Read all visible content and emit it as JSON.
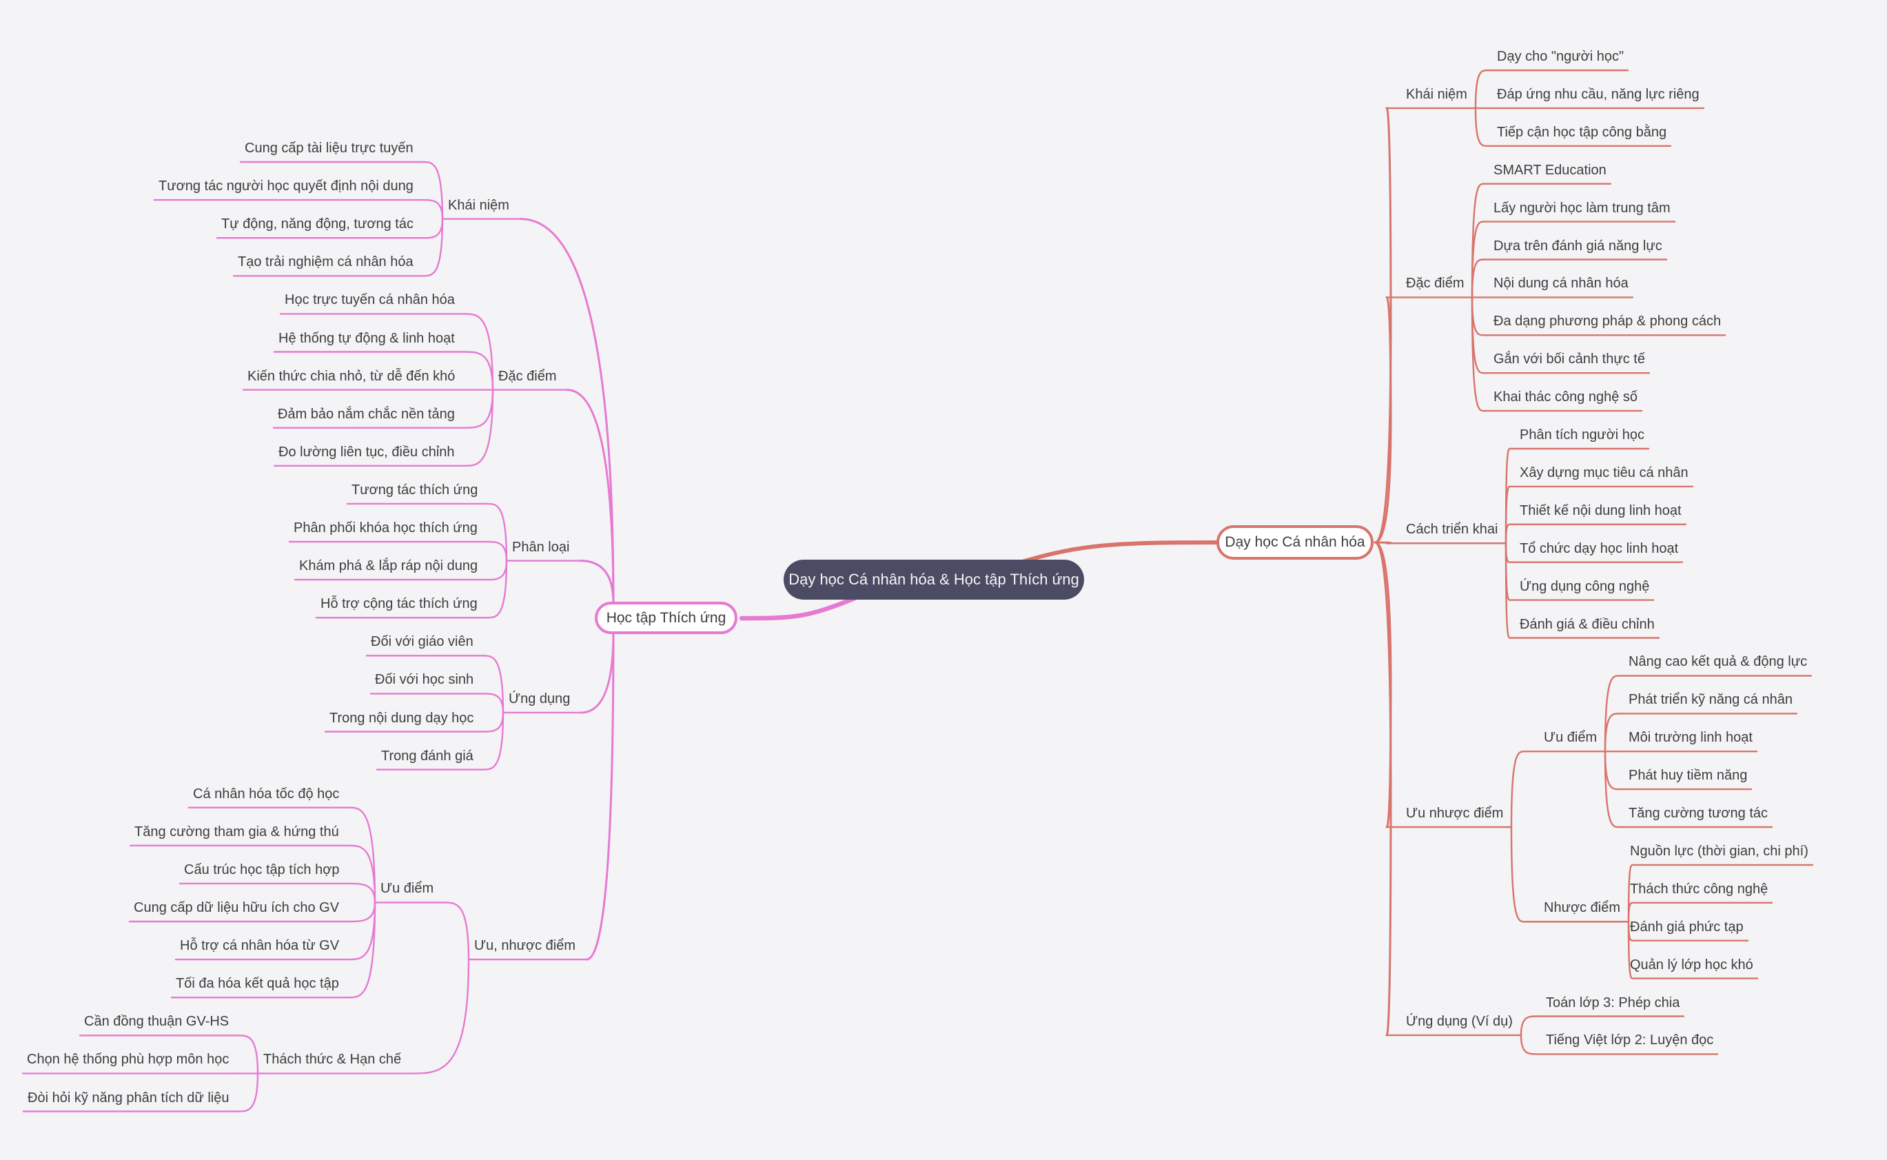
{
  "colors": {
    "background": "#f4f4f6",
    "left_accent": "#e779d2",
    "right_accent": "#d8746c",
    "root_bg": "#4b4b64",
    "root_text": "#f5f5f8",
    "node_text": "#3d3d3d"
  },
  "root": {
    "label": "Dạy học Cá nhân hóa & Học tập Thích ứng"
  },
  "left_tree": {
    "label": "Học tập Thích ứng",
    "branches": [
      {
        "label": "Khái niệm",
        "children": [
          {
            "label": "Cung cấp tài liệu trực tuyến"
          },
          {
            "label": "Tương tác người học quyết định nội dung"
          },
          {
            "label": "Tự động, năng động, tương tác"
          },
          {
            "label": "Tạo trải nghiệm cá nhân hóa"
          }
        ]
      },
      {
        "label": "Đặc điểm",
        "children": [
          {
            "label": "Học trực tuyến cá nhân hóa"
          },
          {
            "label": "Hệ thống tự động & linh hoạt"
          },
          {
            "label": "Kiến thức chia nhỏ, từ dễ đến khó"
          },
          {
            "label": "Đảm bảo nắm chắc nền tảng"
          },
          {
            "label": "Đo lường liên tục, điều chỉnh"
          }
        ]
      },
      {
        "label": "Phân loại",
        "children": [
          {
            "label": "Tương tác thích ứng"
          },
          {
            "label": "Phân phối khóa học thích ứng"
          },
          {
            "label": "Khám phá & lắp ráp nội dung"
          },
          {
            "label": "Hỗ trợ cộng tác thích ứng"
          }
        ]
      },
      {
        "label": "Ứng dụng",
        "children": [
          {
            "label": "Đối với giáo viên"
          },
          {
            "label": "Đối với học sinh"
          },
          {
            "label": "Trong nội dung dạy học"
          },
          {
            "label": "Trong đánh giá"
          }
        ]
      },
      {
        "label": "Ưu, nhược điểm",
        "children": [
          {
            "label": "Ưu điểm",
            "children": [
              {
                "label": "Cá nhân hóa tốc độ học"
              },
              {
                "label": "Tăng cường tham gia & hứng thú"
              },
              {
                "label": "Cấu trúc học tập tích hợp"
              },
              {
                "label": "Cung cấp dữ liệu hữu ích cho GV"
              },
              {
                "label": "Hỗ trợ cá nhân hóa từ GV"
              },
              {
                "label": "Tối đa hóa kết quả học tập"
              }
            ]
          },
          {
            "label": "Thách thức & Hạn chế",
            "children": [
              {
                "label": "Cần đồng thuận GV-HS"
              },
              {
                "label": "Chọn hệ thống phù hợp môn học"
              },
              {
                "label": "Đòi hỏi kỹ năng phân tích dữ liệu"
              }
            ]
          }
        ]
      }
    ]
  },
  "right_tree": {
    "label": "Dạy học Cá nhân hóa",
    "branches": [
      {
        "label": "Khái niệm",
        "children": [
          {
            "label": "Dạy cho \"người học\""
          },
          {
            "label": "Đáp ứng nhu cầu, năng lực riêng"
          },
          {
            "label": "Tiếp cận học tập công bằng"
          }
        ]
      },
      {
        "label": "Đặc điểm",
        "children": [
          {
            "label": "SMART Education"
          },
          {
            "label": "Lấy người học làm trung tâm"
          },
          {
            "label": "Dựa trên đánh giá năng lực"
          },
          {
            "label": "Nội dung cá nhân hóa"
          },
          {
            "label": "Đa dạng phương pháp & phong cách"
          },
          {
            "label": "Gắn với bối cảnh thực tế"
          },
          {
            "label": "Khai thác công nghệ số"
          }
        ]
      },
      {
        "label": "Cách triển khai",
        "children": [
          {
            "label": "Phân tích người học"
          },
          {
            "label": "Xây dựng mục tiêu cá nhân"
          },
          {
            "label": "Thiết kế nội dung linh hoạt"
          },
          {
            "label": "Tổ chức dạy học linh hoạt"
          },
          {
            "label": "Ứng dụng công nghệ"
          },
          {
            "label": "Đánh giá & điều chỉnh"
          }
        ]
      },
      {
        "label": "Ưu nhược điểm",
        "children": [
          {
            "label": "Ưu điểm",
            "children": [
              {
                "label": "Nâng cao kết quả & động lực"
              },
              {
                "label": "Phát triển kỹ năng cá nhân"
              },
              {
                "label": "Môi trường linh hoạt"
              },
              {
                "label": "Phát huy tiềm năng"
              },
              {
                "label": "Tăng cường tương tác"
              }
            ]
          },
          {
            "label": "Nhược điểm",
            "children": [
              {
                "label": "Nguồn lực (thời gian, chi phí)"
              },
              {
                "label": "Thách thức công nghệ"
              },
              {
                "label": "Đánh giá phức tạp"
              },
              {
                "label": "Quản lý lớp học khó"
              }
            ]
          }
        ]
      },
      {
        "label": "Ứng dụng (Ví dụ)",
        "children": [
          {
            "label": "Toán lớp 3: Phép chia"
          },
          {
            "label": "Tiếng Việt lớp 2: Luyện đọc"
          }
        ]
      }
    ]
  }
}
